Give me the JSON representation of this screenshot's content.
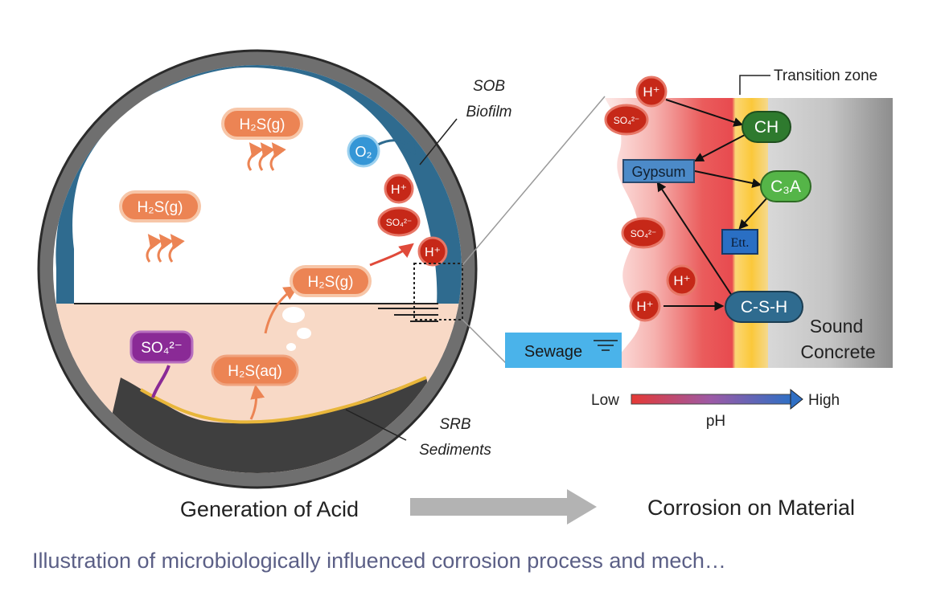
{
  "diagram": {
    "pipe": {
      "h2s_gas_label_1": "H₂S(g)",
      "h2s_gas_label_2": "H₂S(g)",
      "h2s_gas_label_3": "H₂S(g)",
      "h2s_aq_label": "H₂S(aq)",
      "sulfate_label": "SO₄²⁻",
      "oxygen_label": "O₂",
      "hydrogen_ion_label": "H⁺",
      "sulfate_ion_label": "SO₄²⁻",
      "sob_label_1": "SOB",
      "sob_label_2": "Biofilm",
      "srb_label_1": "SRB",
      "srb_label_2": "Sediments"
    },
    "detail": {
      "transition_zone": "Transition zone",
      "ch": "CH",
      "gypsum": "Gypsum",
      "c3a": "C₃A",
      "ett": "Ett.",
      "csh": "C-S-H",
      "sound_1": "Sound",
      "sound_2": "Concrete",
      "sewage": "Sewage",
      "h_ion": "H⁺",
      "so4_ion": "SO₄²⁻",
      "ph_low": "Low",
      "ph_high": "High",
      "ph_label": "pH"
    },
    "flow": {
      "left": "Generation of Acid",
      "right": "Corrosion on Material"
    },
    "colors": {
      "acid_red": "#c62818",
      "h2s_orange": "#ec8454",
      "sulfate_purple": "#8a2a96",
      "biofilm_blue": "#2f6b8f",
      "gypsum_blue": "#4c8ac8",
      "ch_green": "#2e7a2e",
      "c3a_green": "#55b548",
      "csh_blue": "#2f6b8f",
      "sewage_blue": "#4ab3ea"
    }
  },
  "caption": "Illustration of microbiologically influenced corrosion process and mech…"
}
